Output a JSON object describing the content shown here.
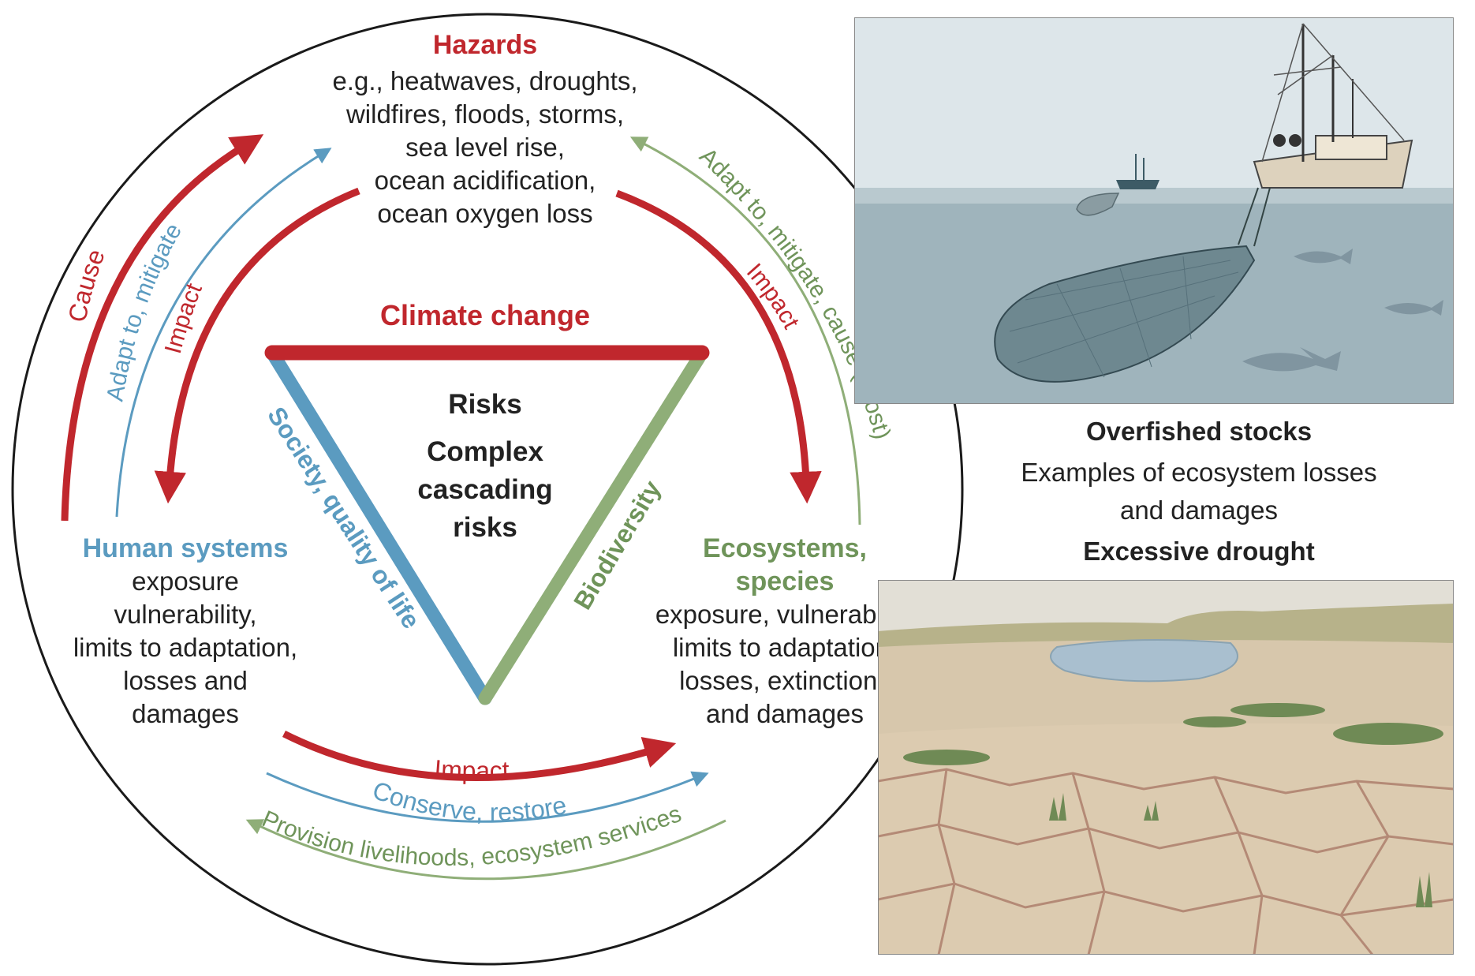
{
  "colors": {
    "red": "#c0272d",
    "blue": "#5b9bc0",
    "green": "#8fae78",
    "green_text": "#6f945a",
    "text": "#222222",
    "sea": "#a9bcc3",
    "sky": "#dbe4e8",
    "soil": "#d8c6ac"
  },
  "hazards": {
    "title": "Hazards",
    "lines": [
      "e.g., heatwaves, droughts,",
      "wildfires, floods, storms,",
      "sea level rise,",
      "ocean acidification,",
      "ocean oxygen loss"
    ]
  },
  "triangle": {
    "top_label": "Climate change",
    "left_label": "Society, quality of life",
    "right_label": "Biodiversity",
    "center_lines": [
      "Risks",
      "Complex",
      "cascading",
      "risks"
    ]
  },
  "human_systems": {
    "title": "Human systems",
    "lines": [
      "exposure",
      "vulnerability,",
      "limits to adaptation,",
      "losses and",
      "damages"
    ]
  },
  "ecosystems": {
    "title_lines": [
      "Ecosystems,",
      "species"
    ],
    "lines": [
      "exposure, vulnerability",
      "limits to adaptation,",
      "losses, extinctions",
      "and damages"
    ]
  },
  "arrows": {
    "left_cause": "Cause",
    "left_adapt": "Adapt to, mitigate",
    "left_impact": "Impact",
    "right_adapt": "Adapt to, mitigate, cause (if lost)",
    "right_impact": "Impact",
    "bottom_impact": "Impact",
    "bottom_conserve": "Conserve, restore",
    "bottom_provision": "Provision livelihoods, ecosystem services"
  },
  "side_panel": {
    "overfished_title": "Overfished stocks",
    "examples_lines": [
      "Examples of ecosystem losses",
      "and damages"
    ],
    "drought_title": "Excessive drought"
  }
}
